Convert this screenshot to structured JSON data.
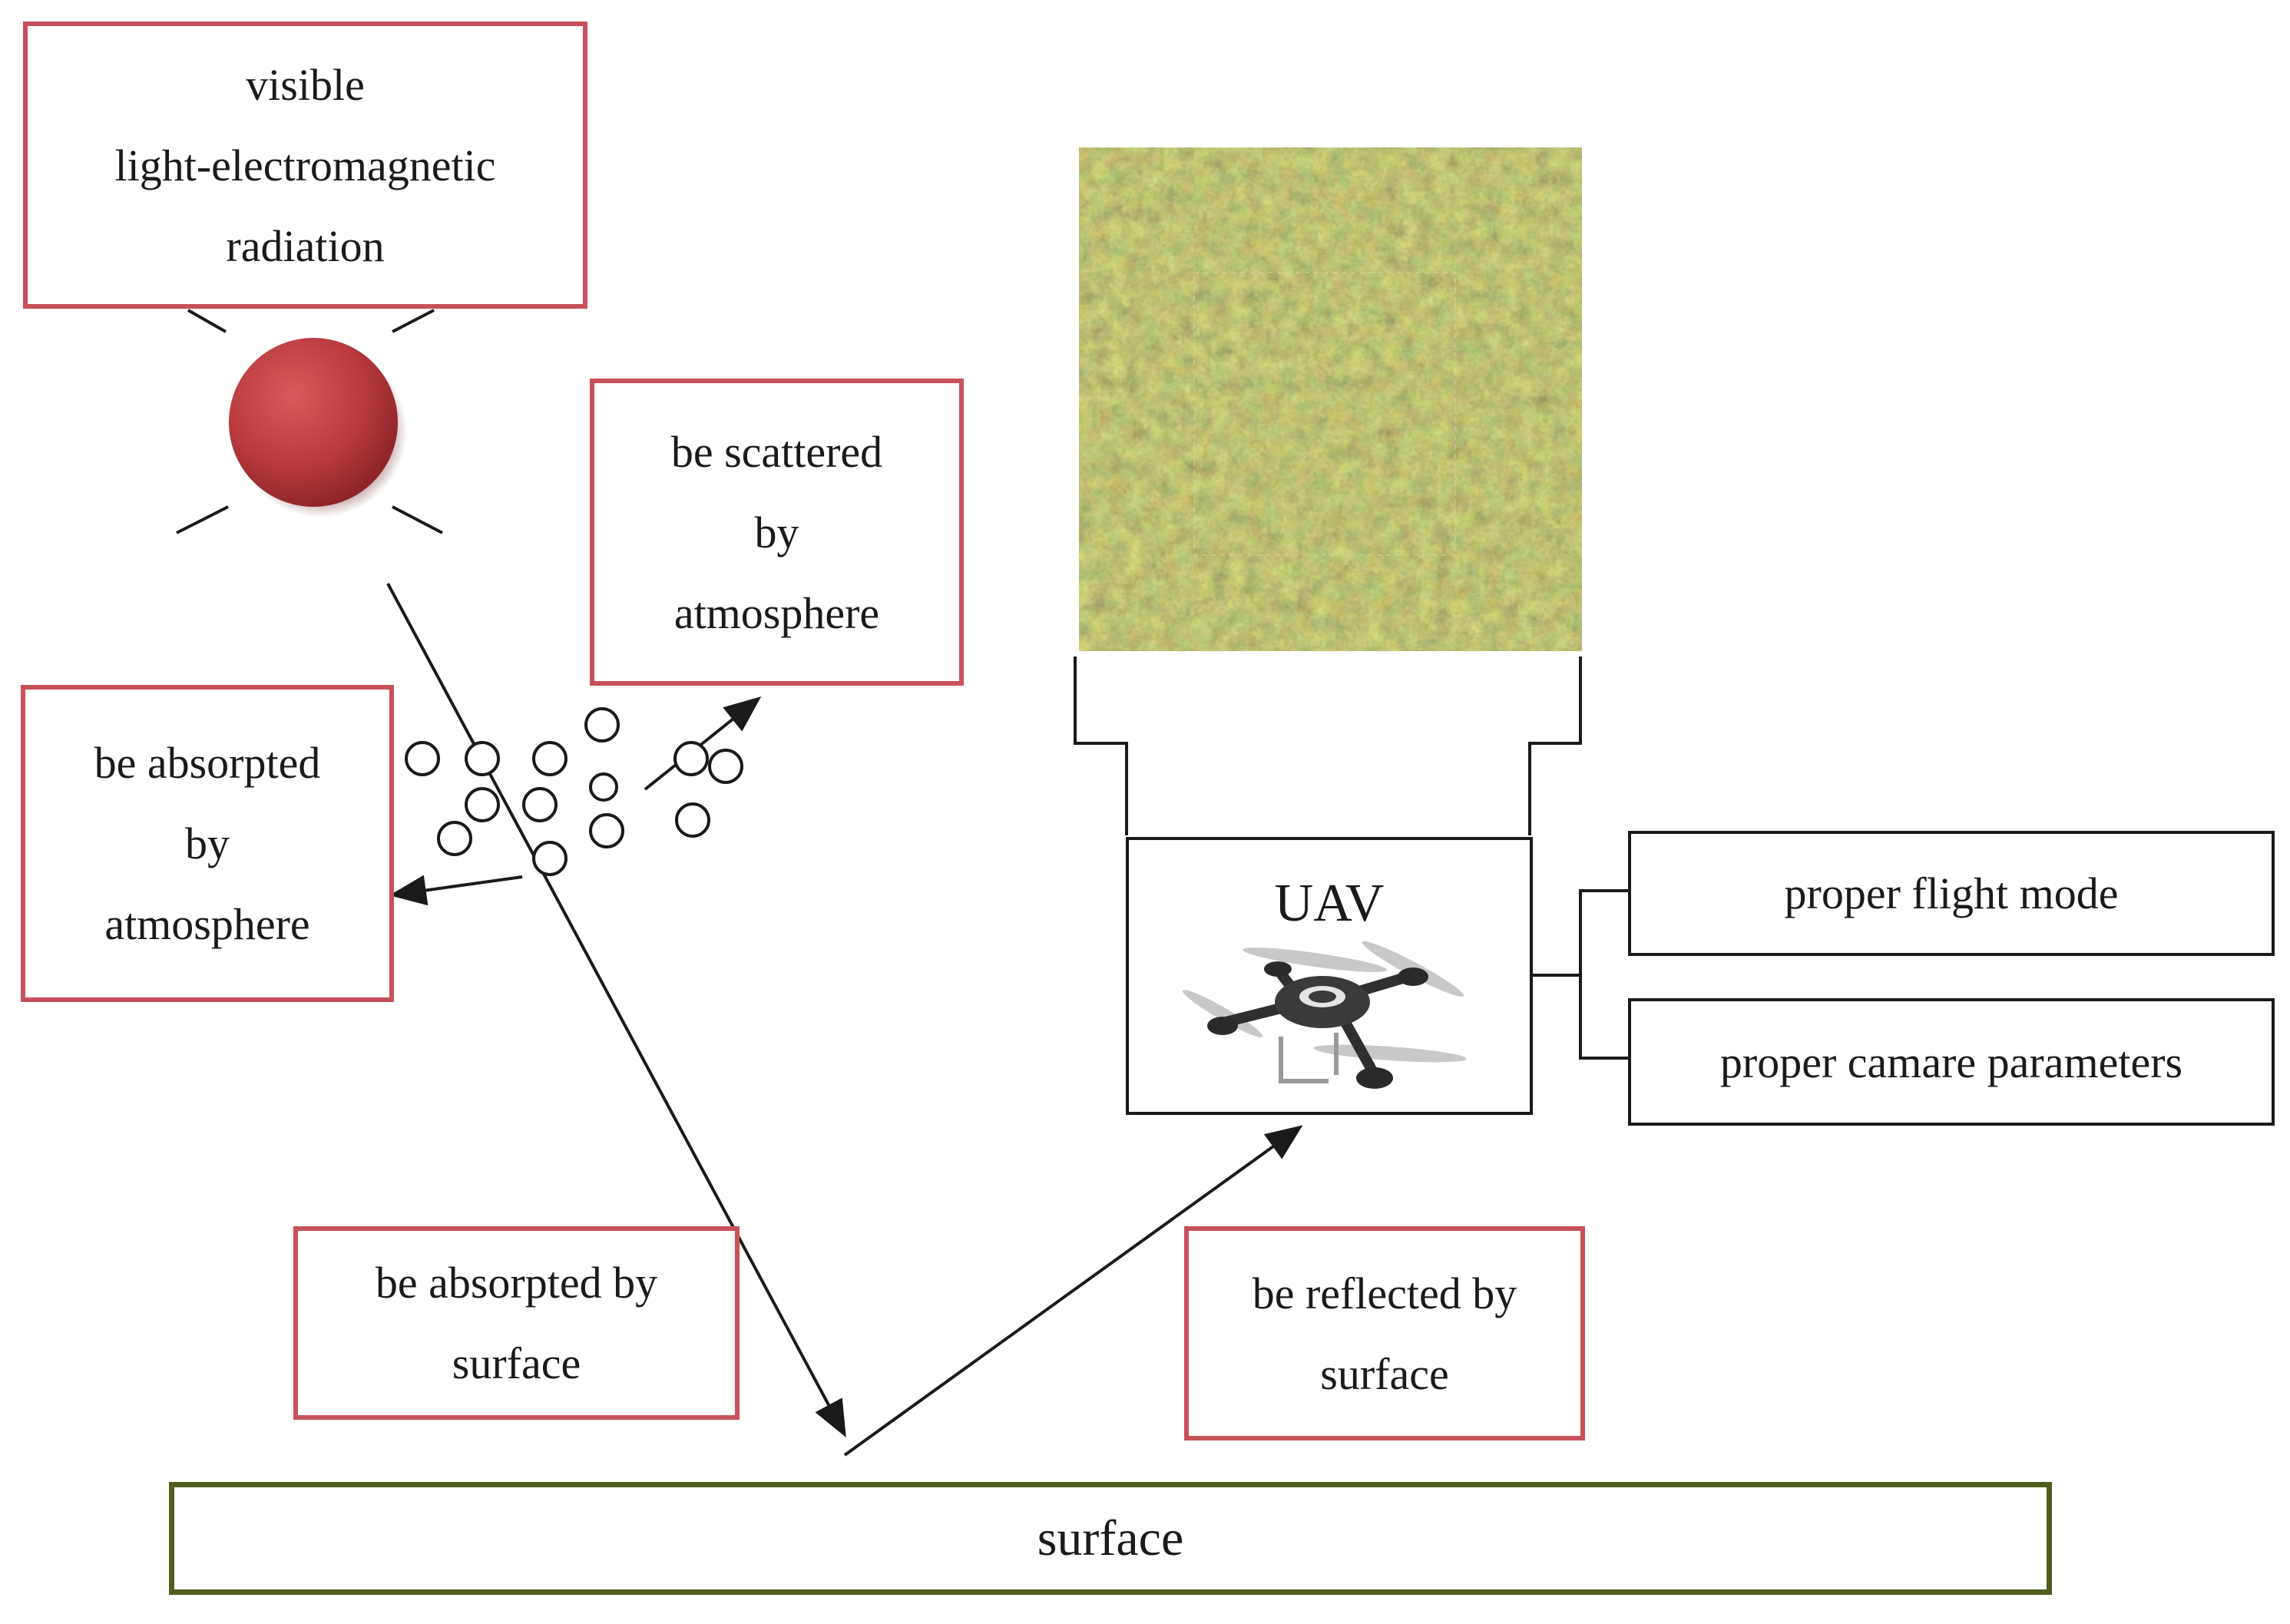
{
  "boxes": {
    "light": {
      "lines": [
        "visible",
        "light-electromagnetic",
        "radiation"
      ]
    },
    "scattered": {
      "lines": [
        "be scattered",
        "by",
        "atmosphere"
      ]
    },
    "absorbed_atmosphere": {
      "lines": [
        "be absorpted",
        "by",
        "atmosphere"
      ]
    },
    "absorbed_surface": {
      "lines": [
        "be absorpted by",
        "surface"
      ]
    },
    "reflected_surface": {
      "lines": [
        "be reflected by",
        "surface"
      ]
    },
    "surface": {
      "label": "surface"
    },
    "uav": {
      "label": "UAV"
    },
    "flight_mode": {
      "label": "proper flight mode"
    },
    "camera_params": {
      "label": "proper camare parameters"
    }
  },
  "icons": {
    "sun": "sun-icon",
    "drone": "drone-icon",
    "aerial_image": "aerial-field-image",
    "particles": "particle-icon"
  },
  "colors": {
    "label_box_border": "#c8505a",
    "surface_border": "#4e5e1e",
    "sun_fill": "#b83a3f",
    "arrow": "#1a1a1a",
    "field_base": "#7a6a32"
  }
}
